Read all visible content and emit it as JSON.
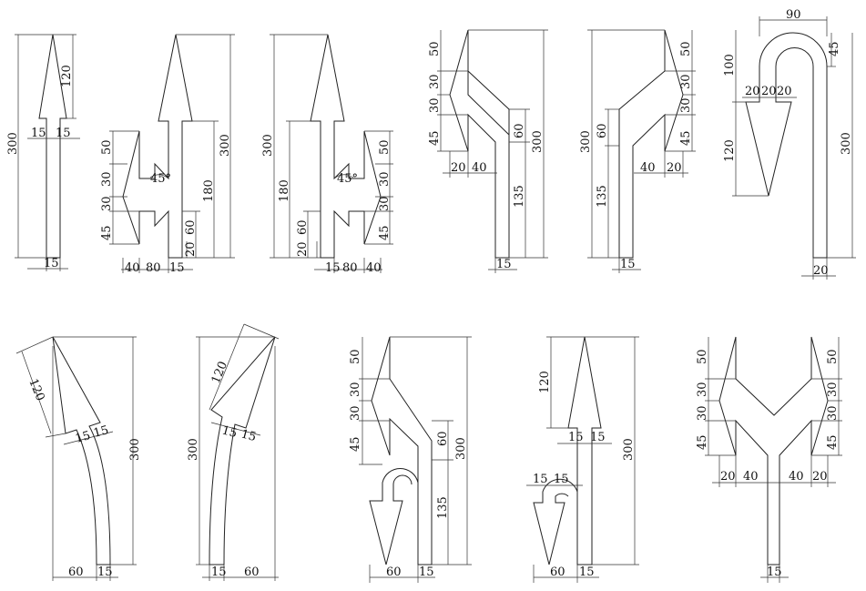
{
  "figure": "road arrow marking dimension drawings",
  "panels": [
    {
      "id": "straight",
      "labels": [
        "300",
        "120",
        "15",
        "15",
        "15"
      ]
    },
    {
      "id": "straight-left",
      "labels": [
        "50",
        "30",
        "30",
        "45",
        "45°",
        "300",
        "180",
        "60",
        "20",
        "40",
        "80",
        "15"
      ]
    },
    {
      "id": "straight-right",
      "labels": [
        "300",
        "180",
        "60",
        "20",
        "45°",
        "50",
        "30",
        "30",
        "45",
        "15",
        "80",
        "40"
      ]
    },
    {
      "id": "left-turn-straight",
      "labels": [
        "50",
        "30",
        "30",
        "45",
        "60",
        "300",
        "135",
        "20",
        "40",
        "15"
      ]
    },
    {
      "id": "right-turn-straight",
      "labels": [
        "300",
        "60",
        "135",
        "50",
        "30",
        "30",
        "45",
        "40",
        "20",
        "15"
      ]
    },
    {
      "id": "u-turn",
      "labels": [
        "90",
        "45",
        "100",
        "20",
        "20",
        "20",
        "120",
        "300",
        "20"
      ]
    },
    {
      "id": "left-curve",
      "labels": [
        "120",
        "15",
        "15",
        "300",
        "60",
        "15"
      ]
    },
    {
      "id": "right-curve",
      "labels": [
        "120",
        "300",
        "15",
        "15",
        "15",
        "60"
      ]
    },
    {
      "id": "left-and-uturn",
      "labels": [
        "50",
        "30",
        "30",
        "45",
        "60",
        "300",
        "135",
        "60",
        "15"
      ]
    },
    {
      "id": "straight-and-uturn",
      "labels": [
        "120",
        "15",
        "15",
        "300",
        "15",
        "15",
        "60",
        "15"
      ]
    },
    {
      "id": "left-right",
      "labels": [
        "50",
        "30",
        "30",
        "45",
        "50",
        "30",
        "30",
        "45",
        "20",
        "40",
        "40",
        "20",
        "15"
      ]
    }
  ]
}
